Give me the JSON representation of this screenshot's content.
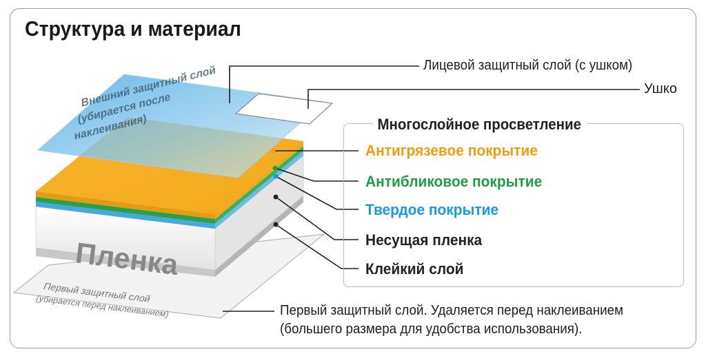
{
  "title": "Структура и материал",
  "film_label": "Пленка",
  "outer_layer_text": [
    "Внешний защитный слой",
    "(убирается после",
    "наклеивания)"
  ],
  "first_layer_text": [
    "Первый защитный слой",
    "(убирается перед наклеиванием)"
  ],
  "callouts": {
    "face_layer": "Лицевой защитный слой (с ушком)",
    "tab": "Ушко",
    "first_layer_line1": "Первый защитный слой. Удаляется перед наклеиванием",
    "first_layer_line2": "(большего размера для удобства использования)."
  },
  "legend": {
    "title": "Многослойное просветление",
    "items": [
      {
        "label": "Антигрязевое покрытие",
        "color": "#f39c12"
      },
      {
        "label": "Антибликовое покрытие",
        "color": "#1f9e4a"
      },
      {
        "label": "Твердое покрытие",
        "color": "#1a9be0"
      },
      {
        "label": "Несущая пленка",
        "color": "#222222"
      },
      {
        "label": "Клейкий слой",
        "color": "#222222"
      }
    ]
  }
}
